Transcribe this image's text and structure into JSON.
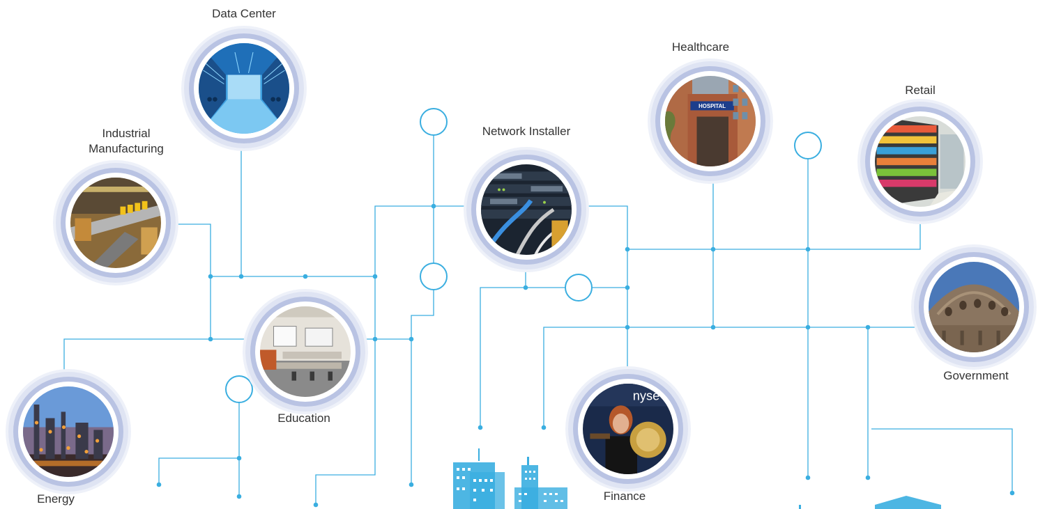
{
  "nodes": {
    "data_center": {
      "label": "Data Center"
    },
    "industrial": {
      "label": "Industrial Manufacturing"
    },
    "network_installer": {
      "label": "Network Installer"
    },
    "healthcare": {
      "label": "Healthcare"
    },
    "retail": {
      "label": "Retail"
    },
    "education": {
      "label": "Education"
    },
    "government": {
      "label": "Government"
    },
    "energy": {
      "label": "Energy"
    },
    "finance": {
      "label": "Finance"
    }
  },
  "signs": {
    "hospital": "HOSPITAL",
    "nyse": "nyse"
  },
  "colors": {
    "line": "#3aaee0",
    "ring_light": "#dfe4f3",
    "ring_mid": "#b9c3e3",
    "text": "#333333"
  }
}
